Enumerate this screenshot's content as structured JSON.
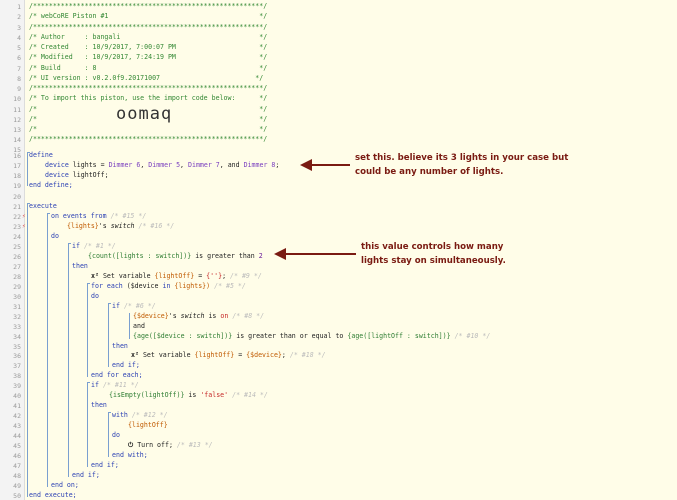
{
  "gutter": {
    "line_numbers": [
      "1",
      "2",
      "3",
      "4",
      "5",
      "6",
      "7",
      "8",
      "9",
      "10",
      "11",
      "12",
      "13",
      "14",
      "15",
      "16",
      "17",
      "18",
      "19",
      "20",
      "21",
      "22",
      "23",
      "24",
      "25",
      "26",
      "27",
      "28",
      "29",
      "30",
      "31",
      "32",
      "33",
      "34",
      "35",
      "36",
      "37",
      "38",
      "39",
      "40",
      "41",
      "42",
      "43",
      "44",
      "45",
      "46",
      "47",
      "48",
      "49",
      "50"
    ]
  },
  "header": {
    "stars": "/**********************************************************/",
    "title": "/* webCoRE Piston #1                                      */",
    "author": "/* Author     : bangali                                   */",
    "created": "/* Created    : 10/9/2017, 7:00:07 PM                     */",
    "modified": "/* Modified   : 10/9/2017, 7:24:19 PM                     */",
    "build": "/* Build      : 8                                         */",
    "ui_version": "/* UI version : v0.2.0f9.20171007                        */",
    "import_note": "/* To import this piston, use the import code below:      */",
    "blank": "/*                                                        */",
    "import_code": "oomaq"
  },
  "code": {
    "define": "define",
    "device_kw": "device",
    "lights_name": "lights",
    "eq": " = ",
    "dimmer6": "Dimmer 6",
    "dimmer5": "Dimmer 5",
    "dimmer7": "Dimmer 7",
    "dimmer8": "Dimmer 8",
    "comma": ", ",
    "and_word": ", and ",
    "semi": ";",
    "lightoff_name": "lightOff",
    "end_define": "end define;",
    "execute": "execute",
    "on_events_from": "on events from",
    "id15": "/* #15 */",
    "lights_ref": "{lights}",
    "s_text": "'s ",
    "switch_word": "switch",
    "id16": "/* #16 */",
    "do": "do",
    "if": "if",
    "id1": "/* #1 */",
    "count_expr": "{count([lights : switch])}",
    "is_greater_than": " is greater than ",
    "two": "2",
    "then": "then",
    "set_var_icon": "x²",
    "set_variable": "Set variable ",
    "lightoff_var": "{lightOff}",
    "empty_str": "{''}",
    "id9": "/* #9 */",
    "for_each": "for each ",
    "device_var": "($device",
    "in_word": " in ",
    "lights_paren": "{lights})",
    "id5": "/* #5 */",
    "id6": "/* #6 */",
    "device_ref": "{$device}",
    "is_word": " is ",
    "on_word": "on",
    "id8": "/* #8 */",
    "and": "and",
    "age_device": "{age([$device : switch])}",
    "ge_text": " is greater than or equal to ",
    "age_lightoff": "{age([lightOff : switch])}",
    "id10": "/* #10 */",
    "device_val": "{$device}",
    "id18": "/* #18 */",
    "end_if": "end if;",
    "end_for_each": "end for each;",
    "id11": "/* #11 */",
    "isempty_expr": "{isEmpty(lightOff)}",
    "false_str": "'false'",
    "id14": "/* #14 */",
    "with": "with",
    "id12": "/* #12 */",
    "lightoff_ref": "{lightOff}",
    "power_icon": "⏻",
    "turn_off": "Turn off;",
    "id13": "/* #13 */",
    "end_with": "end with;",
    "end_on": "end on;",
    "end_execute": "end execute;"
  },
  "annotations": {
    "a1_line1": "set this. believe its 3 lights in your case but",
    "a1_line2": "could be any number of lights.",
    "a2_line1": "this value controls how many",
    "a2_line2": "lights stay on simultaneously."
  },
  "colors": {
    "annotation": "#7a1b12",
    "keyword": "#2a3fb3",
    "comment": "#338833",
    "device": "#7a3fbf",
    "variable": "#c05a00",
    "string": "#c62828",
    "background": "#fffde8"
  }
}
